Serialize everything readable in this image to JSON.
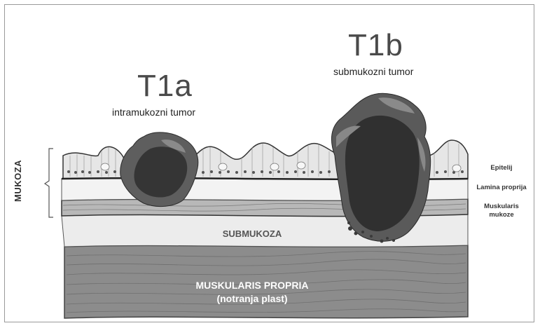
{
  "labels": {
    "t1a_title": "T1a",
    "t1a_subtitle": "intramukozni tumor",
    "t1b_title": "T1b",
    "t1b_subtitle": "submukozni tumor",
    "mukoza": "MUKOZA",
    "epitelij": "Epitelij",
    "lamina": "Lamina proprija",
    "muskularis_line1": "Muskularis",
    "muskularis_line2": "mukoze",
    "submukoza": "SUBMUKOZA",
    "propria_line1": "MUSKULARIS PROPRIA",
    "propria_line2": "(notranja plast)"
  },
  "colors": {
    "epithelium": "#e6e6e6",
    "lamina": "#f2f2f2",
    "muscularis_mucosae": "#b5b5b5",
    "submucosa": "#ececec",
    "muscularis_propria": "#8c8c8c",
    "tumor_dark": "#2f2f2f",
    "tumor_mid": "#5e5e5e"
  }
}
